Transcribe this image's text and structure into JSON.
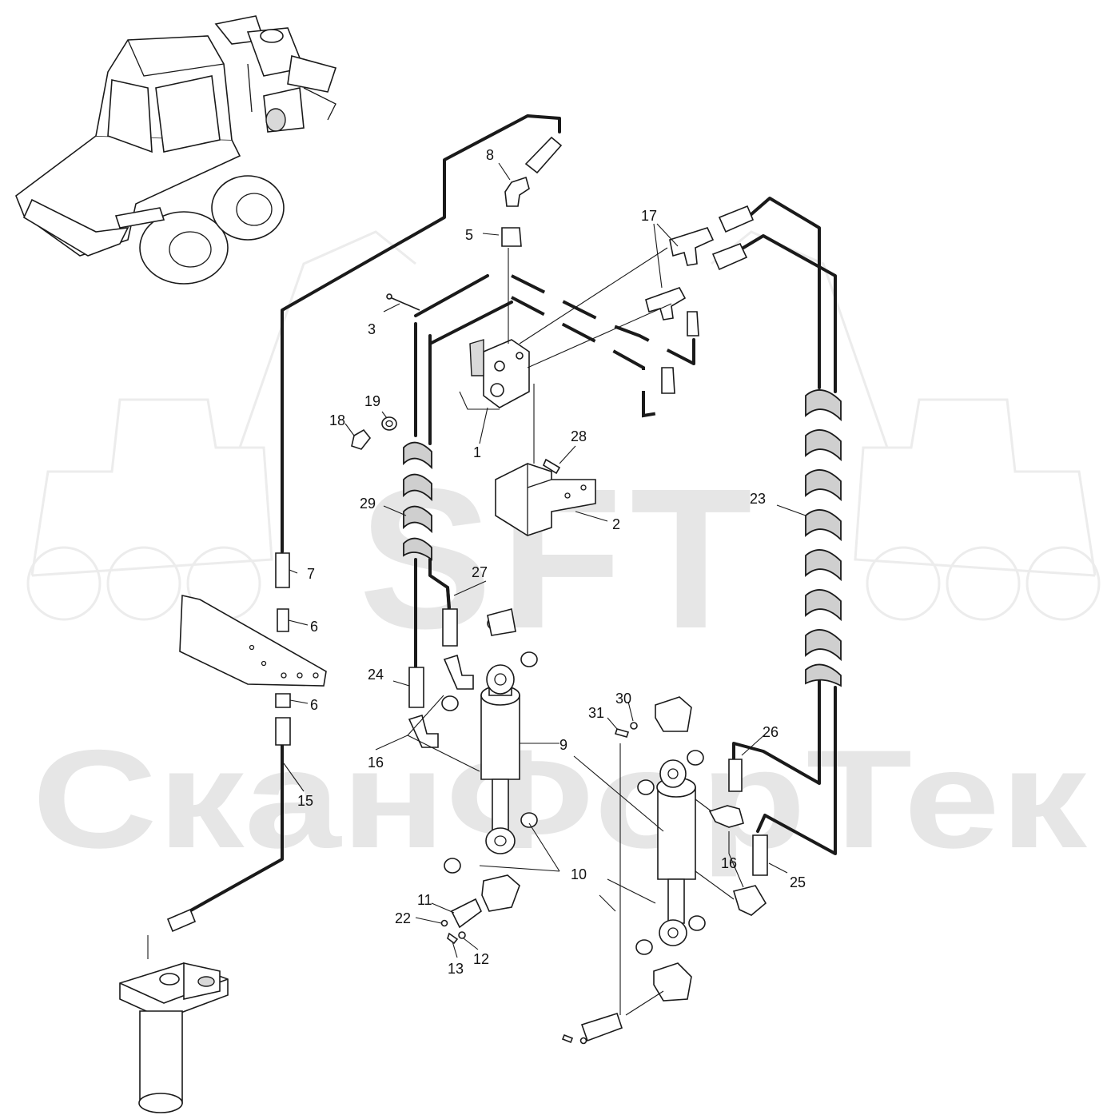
{
  "watermark": {
    "logo_text": "SFT",
    "company_text": "СканФорТек",
    "colors": {
      "watermark": "#e6e6e6",
      "ink": "#1a1a1a"
    }
  },
  "callouts": [
    {
      "id": "c8",
      "label": "8"
    },
    {
      "id": "c5",
      "label": "5"
    },
    {
      "id": "c17",
      "label": "17"
    },
    {
      "id": "c3",
      "label": "3"
    },
    {
      "id": "c18",
      "label": "18"
    },
    {
      "id": "c19",
      "label": "19"
    },
    {
      "id": "c1",
      "label": "1"
    },
    {
      "id": "c28",
      "label": "28"
    },
    {
      "id": "c2",
      "label": "2"
    },
    {
      "id": "c29",
      "label": "29"
    },
    {
      "id": "c23",
      "label": "23"
    },
    {
      "id": "c7",
      "label": "7"
    },
    {
      "id": "c27",
      "label": "27"
    },
    {
      "id": "c6a",
      "label": "6"
    },
    {
      "id": "c24",
      "label": "24"
    },
    {
      "id": "c6b",
      "label": "6"
    },
    {
      "id": "c9",
      "label": "9"
    },
    {
      "id": "c30",
      "label": "30"
    },
    {
      "id": "c31",
      "label": "31"
    },
    {
      "id": "c26",
      "label": "26"
    },
    {
      "id": "c16a",
      "label": "16"
    },
    {
      "id": "c15",
      "label": "15"
    },
    {
      "id": "c16b",
      "label": "16"
    },
    {
      "id": "c10",
      "label": "10"
    },
    {
      "id": "c25",
      "label": "25"
    },
    {
      "id": "c11",
      "label": "11"
    },
    {
      "id": "c22",
      "label": "22"
    },
    {
      "id": "c12",
      "label": "12"
    },
    {
      "id": "c13",
      "label": "13"
    }
  ]
}
